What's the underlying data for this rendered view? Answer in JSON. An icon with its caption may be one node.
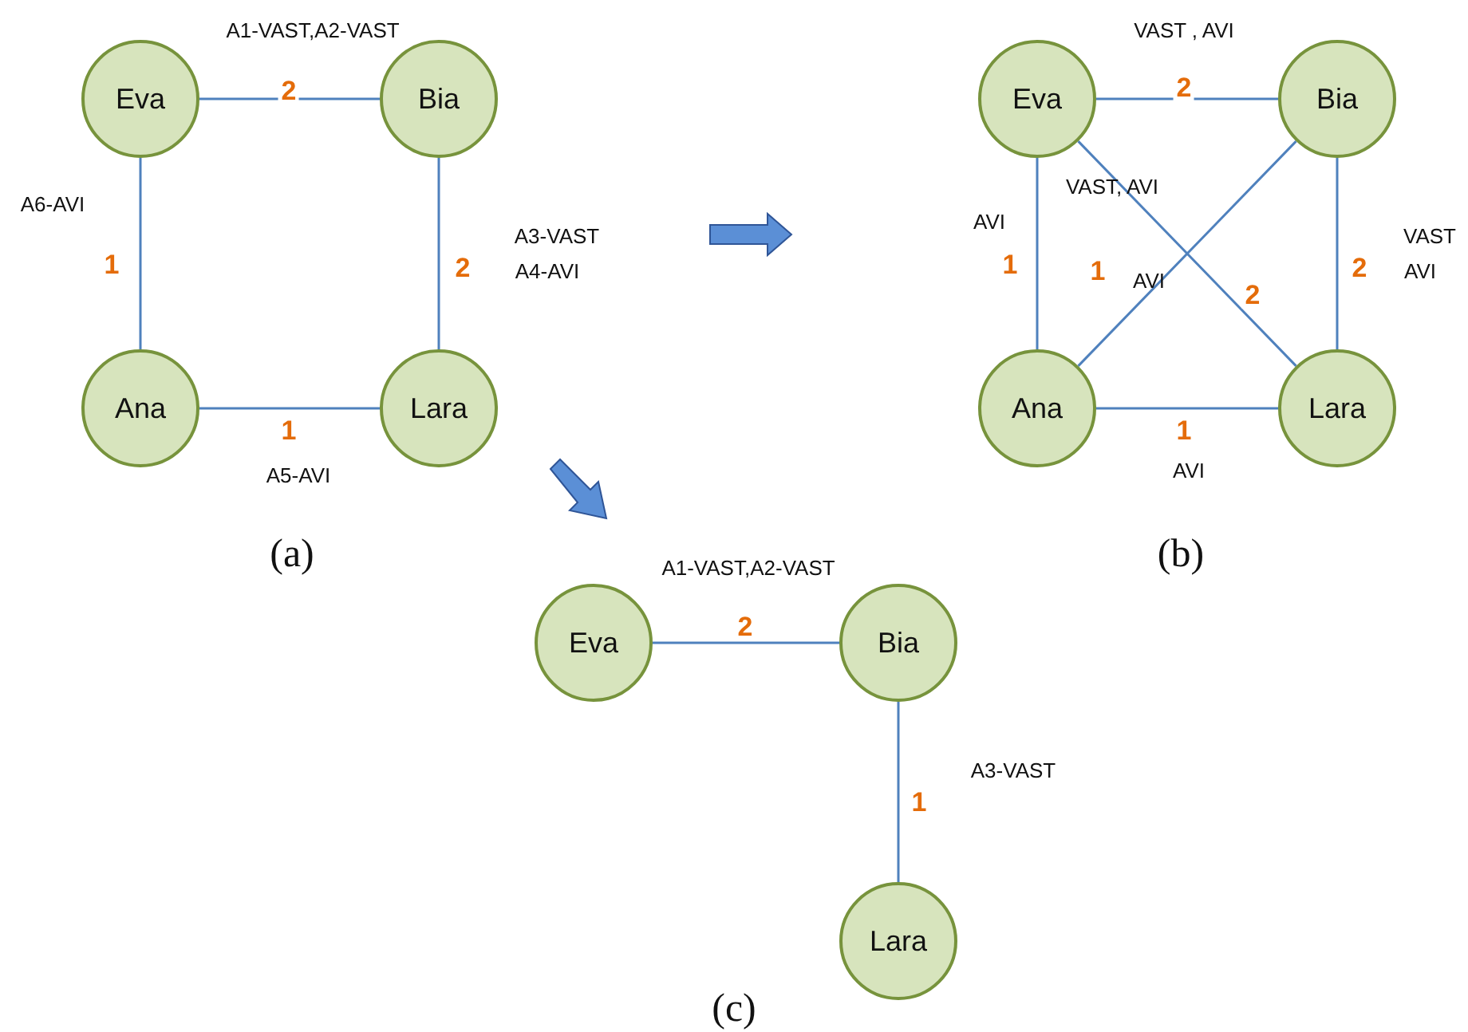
{
  "diagram": {
    "nodes": [
      {
        "text": [
          "Eva"
        ]
      },
      {
        "text": [
          "Bia"
        ]
      },
      {
        "text": [
          "Ana"
        ]
      },
      {
        "text": [
          "Lara"
        ]
      },
      {
        "text": [
          "Eva"
        ]
      },
      {
        "text": [
          "Bia"
        ]
      },
      {
        "text": [
          "Ana"
        ]
      },
      {
        "text": [
          "Lara"
        ]
      },
      {
        "text": [
          "Eva"
        ]
      },
      {
        "text": [
          "Bia"
        ]
      },
      {
        "text": [
          "Lara"
        ]
      }
    ],
    "edges": [
      {
        "from": 0,
        "to": 1,
        "arrow": "none",
        "label": "2"
      },
      {
        "from": 0,
        "to": 2,
        "arrow": "none",
        "label": "1"
      },
      {
        "from": 1,
        "to": 3,
        "arrow": "none",
        "label": "2"
      },
      {
        "from": 2,
        "to": 3,
        "arrow": "none",
        "label": "1"
      },
      {
        "from": 4,
        "to": 5,
        "arrow": "none",
        "label": "2"
      },
      {
        "from": 4,
        "to": 6,
        "arrow": "none",
        "label": "1"
      },
      {
        "from": 4,
        "to": 7,
        "arrow": "none",
        "label": "2"
      },
      {
        "from": 5,
        "to": 6,
        "arrow": "none",
        "label": "1"
      },
      {
        "from": 5,
        "to": 7,
        "arrow": "none",
        "label": "2"
      },
      {
        "from": 6,
        "to": 7,
        "arrow": "none",
        "label": "1"
      },
      {
        "from": 8,
        "to": 9,
        "arrow": "none",
        "label": "2"
      },
      {
        "from": 9,
        "to": 10,
        "arrow": "none",
        "label": "1"
      }
    ],
    "labels": [
      "A1-VAST,A2-VAST",
      "VAST , AVI",
      "A6-AVI",
      "AVI",
      "VAST, AVI",
      "A3-VAST",
      "A4-AVI",
      "VAST",
      "AVI",
      "AVI",
      "A5-AVI",
      "AVI",
      "(a)",
      "(b)",
      "A1-VAST,A2-VAST",
      "A3-VAST",
      "(c)"
    ]
  }
}
